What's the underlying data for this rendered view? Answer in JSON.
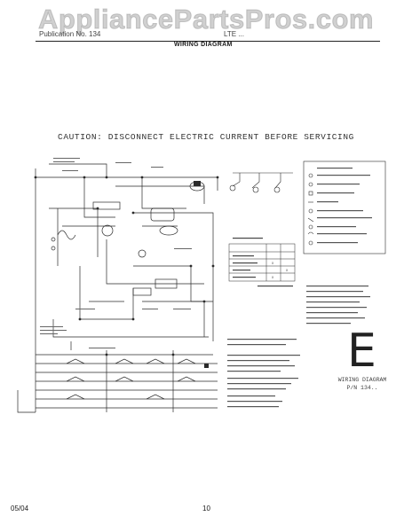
{
  "watermark": "AppliancePartsPros.com",
  "header": {
    "publication": "Publication No. 134",
    "model_code": "LTE ..."
  },
  "page_title": "WIRING DIAGRAM",
  "caution": "CAUTION: DISCONNECT ELECTRIC CURRENT BEFORE SERVICING",
  "section_letter": "E",
  "section_caption_1": "WIRING DIAGRAM",
  "section_caption_2": "P/N 134..",
  "footer": {
    "date": "05/04",
    "page": "10"
  }
}
